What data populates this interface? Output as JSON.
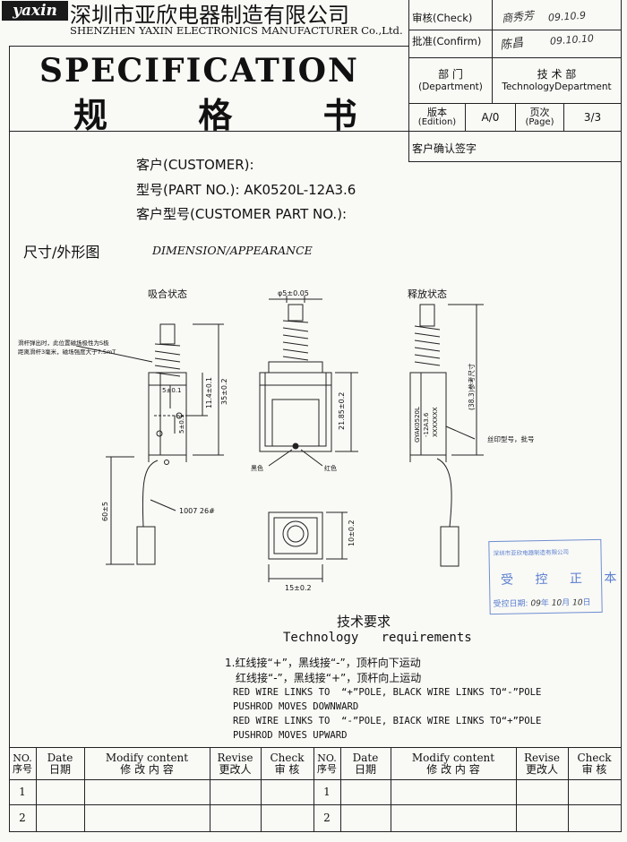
{
  "company": {
    "logo_text": "yaxin",
    "name_cn": "深圳市亚欣电器制造有限公司",
    "name_en": "SHENZHEN YAXIN ELECTRONICS MANUFACTURER Co.,Ltd."
  },
  "approval": {
    "check_label": "审核(Check)",
    "check_sign": "商秀芳",
    "check_date": "09.10.9",
    "confirm_label": "批准(Confirm)",
    "confirm_sign": "陈昌",
    "confirm_date": "09.10.10"
  },
  "department": {
    "label_cn": "部 门",
    "label_en": "(Department)",
    "value_cn": "技 术 部",
    "value_en": "TechnologyDepartment"
  },
  "edition": {
    "label_cn": "版本",
    "label_en": "(Edition)",
    "value": "A/0",
    "page_label_cn": "页次",
    "page_label_en": "(Page)",
    "page_value": "3/3"
  },
  "customer_sign_label": "客户确认签字",
  "title": {
    "en": "SPECIFICATION",
    "cn": "规 格 书"
  },
  "fields": {
    "customer": "客户(CUSTOMER):",
    "part_no_label": "型号(PART NO.):",
    "part_no_value": "AK0520L-12A3.6",
    "customer_part_no": "客户型号(CUSTOMER PART NO.):"
  },
  "dimension": {
    "title_cn": "尺寸/外形图",
    "title_en": "DIMENSION/APPEARANCE"
  },
  "drawing": {
    "state_closed": "吸合状态",
    "state_released": "释放状态",
    "note_line1": "滑杆弹出时，此位置磁场极性为S极",
    "note_line2": "距离滑杆3毫米，磁场强度大于7.5mT",
    "dim_phi5": "φ5±0.05",
    "dim_35": "35±0.2",
    "dim_114": "11.4±0.1",
    "dim_5a": "5±0.1",
    "dim_5b": "5±0.1",
    "dim_2185": "21.85±0.2",
    "dim_383": "(38.3)参考尺寸",
    "dim_60": "60±5",
    "dim_15": "15±0.2",
    "dim_10": "10±0.2",
    "wire_label": "1007 26#",
    "black_label": "黑色",
    "red_label": "红色",
    "print_label": "丝印型号，批号",
    "print_line1": "GYAK0520L",
    "print_line2": "-12A3.6",
    "print_line3": "XXXXXXX"
  },
  "stamp": {
    "line1": "深圳市亚欣电器制造有限公司",
    "line2": "受 控 正 本",
    "date_label": "受控日期:",
    "date_year": "09",
    "year_char": "年",
    "date_month": "10",
    "month_char": "月",
    "date_day": "10",
    "day_char": "日"
  },
  "requirements": {
    "title_cn": "技术要求",
    "title_en": "Technology   requirements",
    "line1": "1.红线接“+”，黑线接“-”，顶杆向下运动",
    "line2": "红线接“-”，黑线接“+”，顶杆向上运动",
    "line3": "RED WIRE LINKS TO  “+”POLE, BLACK WIRE LINKS TO“-”POLE",
    "line4": "PUSHROD MOVES DOWNWARD",
    "line5": "RED WIRE LINKS TO  “-”POLE, BIACK WIRE LINKS TO“+”POLE",
    "line6": "PUSHROD MOVES UPWARD"
  },
  "revision": {
    "no_en": "NO.",
    "no_cn": "序号",
    "date_en": "Date",
    "date_cn": "日期",
    "modify_en": "Modify content",
    "modify_cn": "修 改 内 容",
    "revise_en": "Revise",
    "revise_cn": "更改人",
    "check_en": "Check",
    "check_cn": "审 核",
    "rows": [
      "1",
      "2"
    ]
  }
}
